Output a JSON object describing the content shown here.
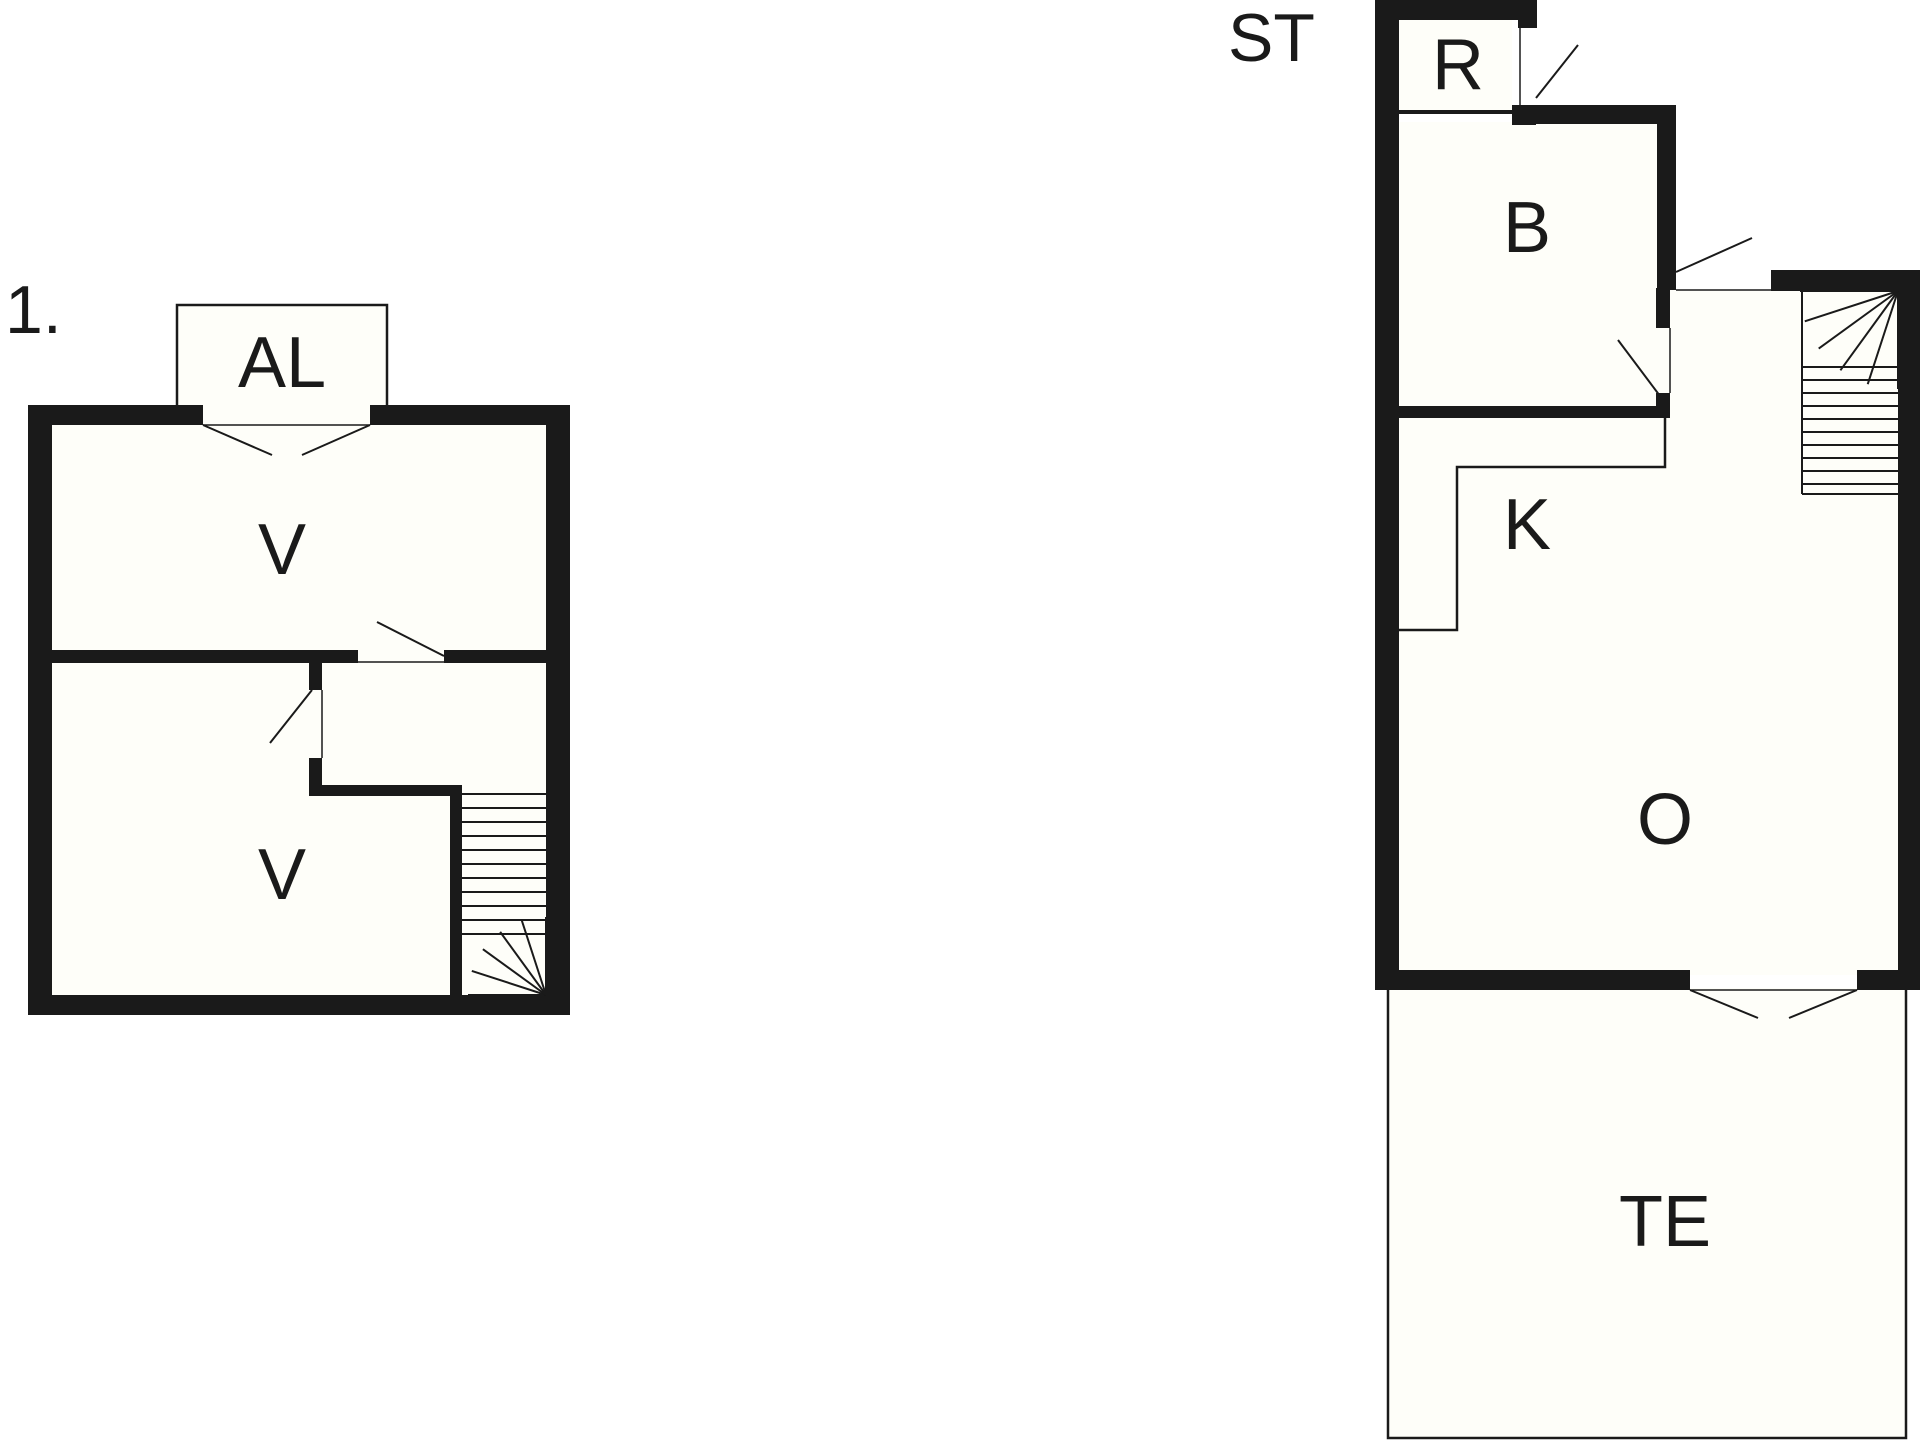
{
  "floors": {
    "upper": {
      "label": "1.",
      "rooms": {
        "balcony": "AL",
        "bedroom_top": "V",
        "bedroom_bottom": "V"
      }
    },
    "ground": {
      "label": "ST",
      "rooms": {
        "storage": "R",
        "bathroom": "B",
        "kitchen": "K",
        "living": "O",
        "terrace": "TE"
      }
    }
  },
  "colors": {
    "wall": "#1a1a1a",
    "floor": "#fefef9",
    "background": "#ffffff"
  }
}
